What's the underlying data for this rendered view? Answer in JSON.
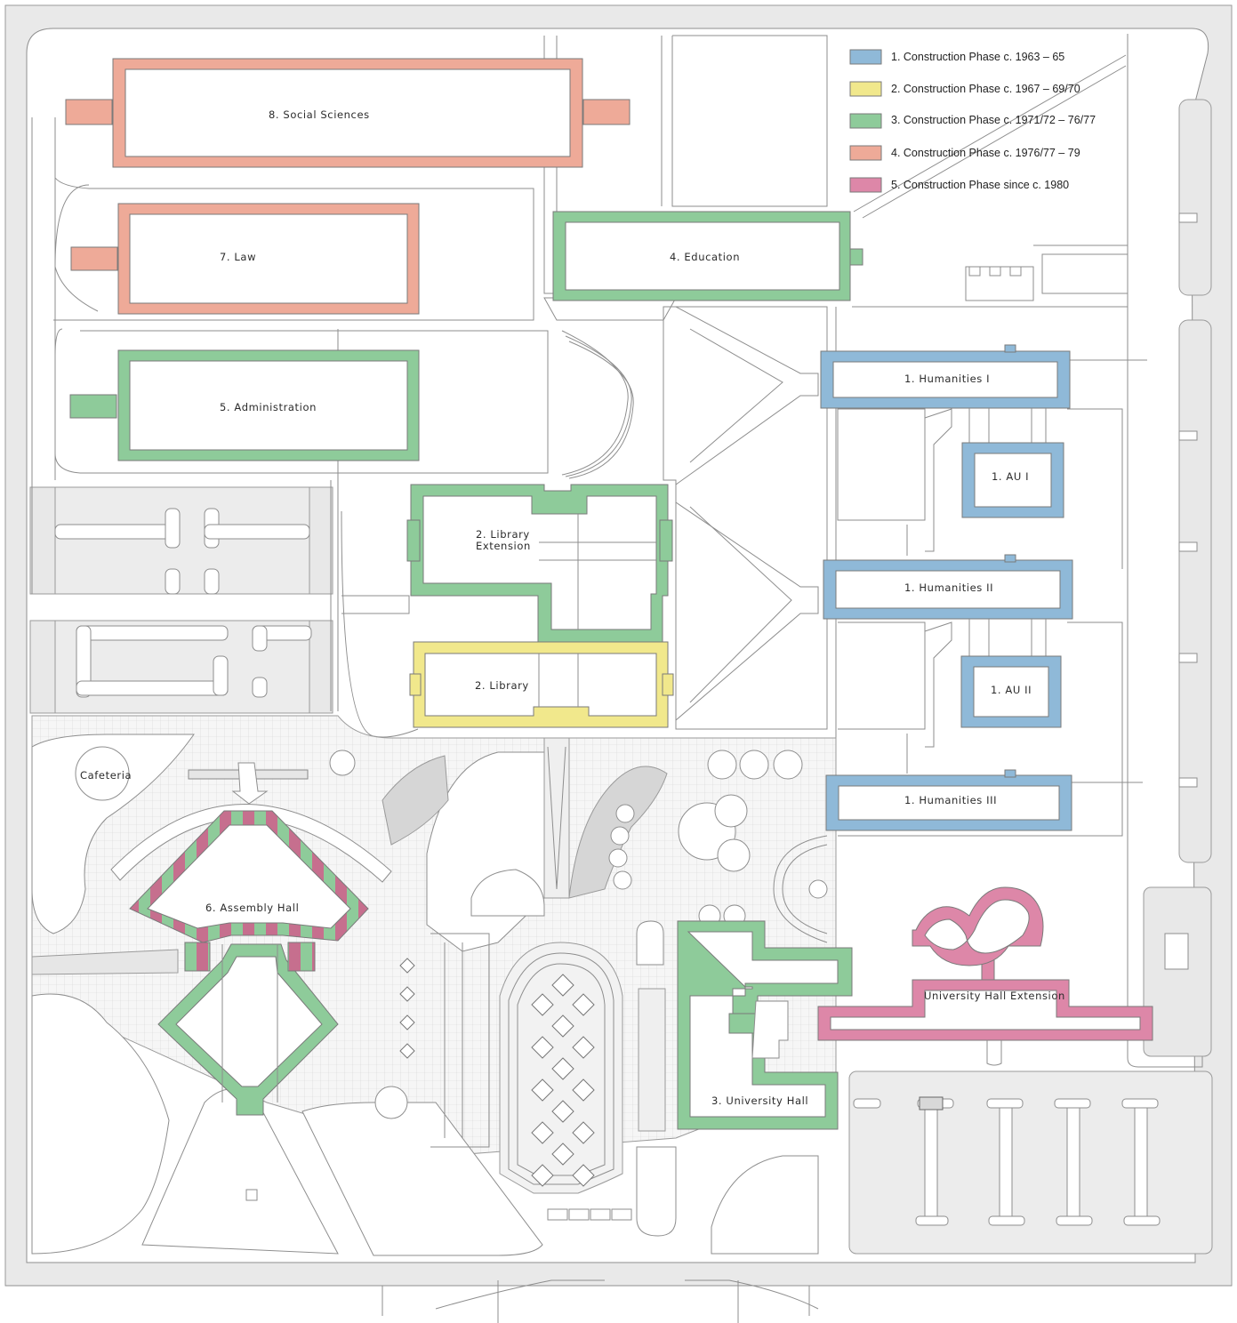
{
  "map": {
    "legend": [
      {
        "label": "1. Construction Phase c. 1963 – 65",
        "color": "#8fb9d8"
      },
      {
        "label": "2. Construction Phase c. 1967 – 69/70",
        "color": "#f1e88c"
      },
      {
        "label": "3. Construction Phase c. 1971/72 – 76/77",
        "color": "#8ecb9a"
      },
      {
        "label": "4. Construction Phase c. 1976/77 – 79",
        "color": "#eeaa98"
      },
      {
        "label": "5. Construction Phase since c. 1980",
        "color": "#dd87a8"
      }
    ],
    "buildings": {
      "social_sciences": "8.  Social  Sciences",
      "law": "7.  Law",
      "administration": "5.  Administration",
      "education": "4.  Education",
      "library_extension_1": "2.  Library",
      "library_extension_2": "Extension",
      "library": "2.  Library",
      "humanities_1": "1.  Humanities  I",
      "au_1": "1.  AU  I",
      "humanities_2": "1.  Humanities  II",
      "au_2": "1.  AU  II",
      "humanities_3": "1.  Humanities  III",
      "cafeteria": "Cafeteria",
      "assembly_hall": "6.  Assembly  Hall",
      "university_hall": "3.  University  Hall",
      "university_hall_extension": "University  Hall  Extension"
    }
  }
}
